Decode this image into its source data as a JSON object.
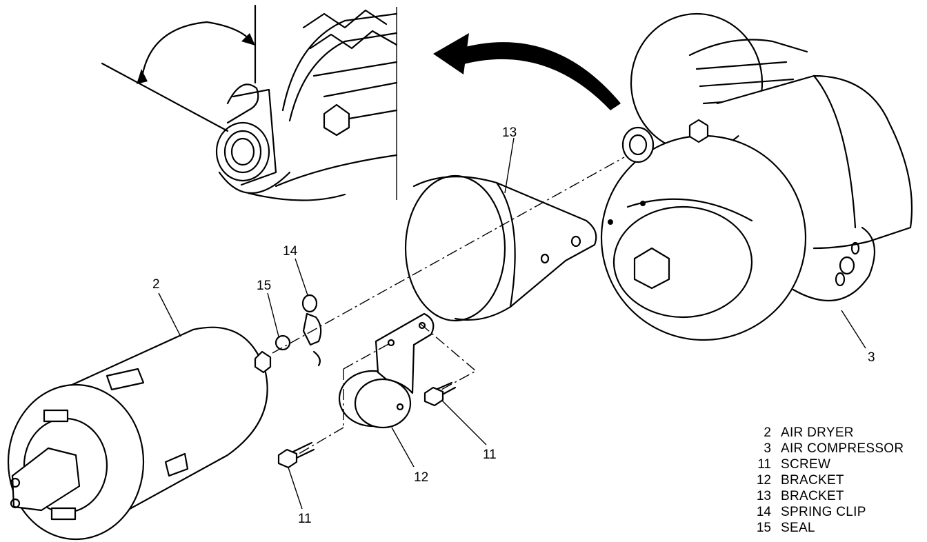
{
  "callouts": {
    "c2": "2",
    "c3": "3",
    "c11a": "11",
    "c11b": "11",
    "c12": "12",
    "c13": "13",
    "c14": "14",
    "c15": "15"
  },
  "legend": [
    {
      "num": "2",
      "label": "AIR DRYER"
    },
    {
      "num": "3",
      "label": "AIR COMPRESSOR"
    },
    {
      "num": "11",
      "label": "SCREW"
    },
    {
      "num": "12",
      "label": "BRACKET"
    },
    {
      "num": "13",
      "label": "BRACKET"
    },
    {
      "num": "14",
      "label": "SPRING CLIP"
    },
    {
      "num": "15",
      "label": "SEAL"
    }
  ]
}
